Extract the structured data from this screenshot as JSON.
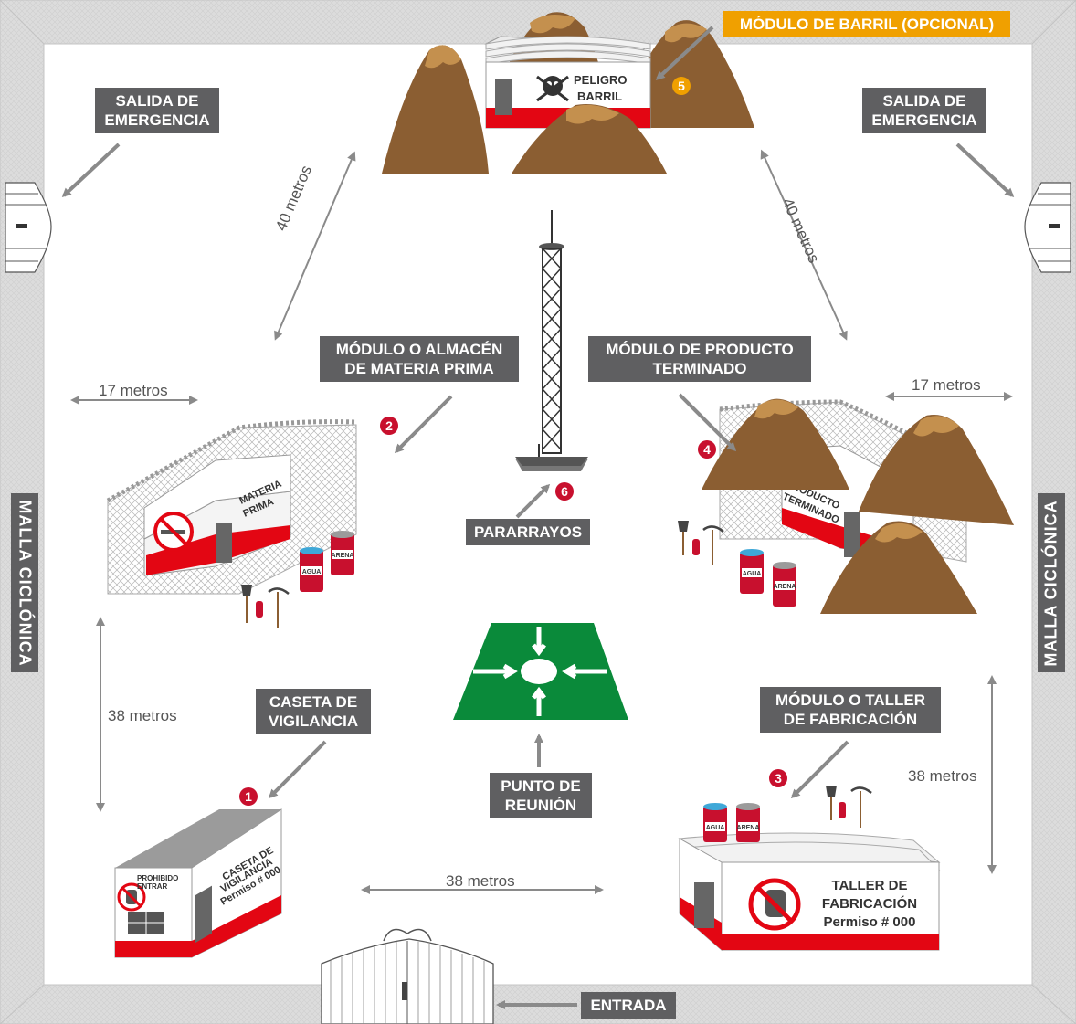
{
  "labels": {
    "barril_opcional": "MÓDULO DE BARRIL (OPCIONAL)",
    "salida_left": "SALIDA DE\nEMERGENCIA",
    "salida_right": "SALIDA DE\nEMERGENCIA",
    "materia_prima_module": "MÓDULO O ALMACÉN\nDE MATERIA PRIMA",
    "producto_module": "MÓDULO DE PRODUCTO\nTERMINADO",
    "pararrayos": "PARARRAYOS",
    "caseta": "CASETA DE\nVIGILANCIA",
    "punto_reunion": "PUNTO DE\nREUNIÓN",
    "taller_module": "MÓDULO O TALLER\nDE FABRICACIÓN",
    "entrada": "ENTRADA",
    "malla_left": "MALLA CICLÓNICA",
    "malla_right": "MALLA CICLÓNICA"
  },
  "distances": {
    "top_left_diag": "40 metros",
    "top_right_diag": "40 metros",
    "left_width": "17 metros",
    "right_width": "17 metros",
    "left_height": "38 metros",
    "right_height": "38 metros",
    "bottom_width": "38 metros"
  },
  "markers": [
    "1",
    "2",
    "3",
    "4",
    "5",
    "6"
  ],
  "signage": {
    "peligro": "PELIGRO",
    "barril": "BARRIL",
    "materia": "MATERIA",
    "prima": "PRIMA",
    "producto": "PRODUCTO",
    "terminado": "TERMINADO",
    "agua": "AGUA",
    "arena": "ARENA",
    "caseta_line1": "CASETA DE",
    "caseta_line2": "VIGILANCIA",
    "caseta_permiso": "Permiso # 000",
    "prohibido": "PROHIBIDO",
    "entrar": "ENTRAR",
    "taller_line1": "TALLER DE",
    "taller_line2": "FABRICACIÓN",
    "taller_permiso": "Permiso # 000"
  },
  "colors": {
    "wall": "#d8d8d8",
    "label_bg": "#5f5f61",
    "accent_orange": "#f0a000",
    "marker_red": "#c8102e",
    "stripe_red": "#e30613",
    "assembly_green": "#0a8a3a",
    "dirt_brown": "#8b5e32"
  },
  "icons": [
    "gate-icon",
    "emergency-door-icon",
    "lightning-rod-icon",
    "assembly-point-icon",
    "skull-icon",
    "no-smoking-icon",
    "no-entry-hand-icon",
    "fire-extinguisher-icon",
    "shovel-icon",
    "pickaxe-icon",
    "barrel-icon"
  ]
}
